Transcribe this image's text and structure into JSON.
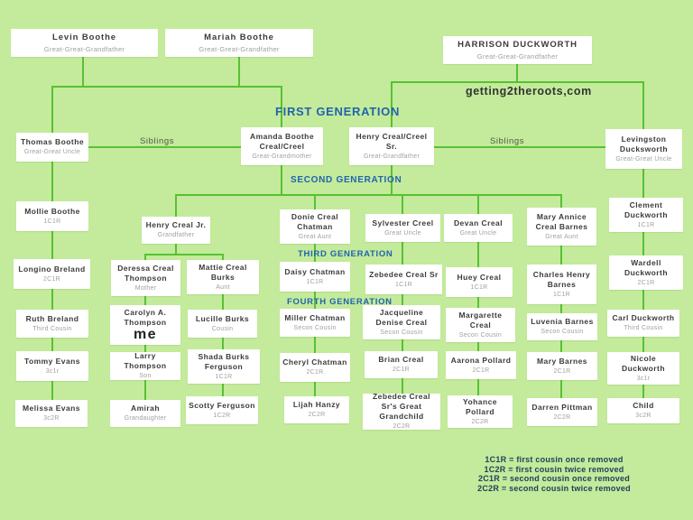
{
  "labels": {
    "site": "getting2theroots,com",
    "siblings": "Siblings"
  },
  "generation_labels": {
    "first": "FIRST GENERATION",
    "second": "SECOND GENERATION",
    "third": "THIRD GENERATION",
    "fourth": "FOURTH GENERATION"
  },
  "legend": [
    "1C1R = first cousin once removed",
    "1C2R = first cousin twice removed",
    "2C1R = second cousin once removed",
    "2C2R = second cousin twice removed"
  ],
  "colors": {
    "background": "#c3eb9b",
    "connector_green": "#58c134",
    "generation_blue": "#2263ae",
    "legend_navy": "#22405e",
    "box_white": "#ffffff",
    "title_gray": "#3b3b3b",
    "subtitle_gray": "#a0a0a0"
  },
  "nodes": [
    {
      "id": "levin",
      "name": "Levin Boothe",
      "relation": "Great-Great-Grandfather"
    },
    {
      "id": "mariah",
      "name": "Mariah Boothe",
      "relation": "Great-Great-Grandfather"
    },
    {
      "id": "harrison",
      "name": "HARRISON DUCKWORTH",
      "relation": "Great-Great-Grandfather"
    },
    {
      "id": "thomas",
      "name": "Thomas Boothe",
      "relation": "Great-Great Uncle"
    },
    {
      "id": "amanda",
      "name": "Amanda Boothe Creal/Creel",
      "relation": "Great-Grandmother"
    },
    {
      "id": "henry_sr",
      "name": "Henry Creal/Creel Sr.",
      "relation": "Great-Grandfather"
    },
    {
      "id": "levingston",
      "name": "Levingston Ducksworth",
      "relation": "Great-Great Uncle"
    },
    {
      "id": "mollie",
      "name": "Mollie Boothe",
      "relation": "1C1R"
    },
    {
      "id": "longino",
      "name": "Longino Breland",
      "relation": "2C1R"
    },
    {
      "id": "ruth",
      "name": "Ruth Breland",
      "relation": "Third Cousin"
    },
    {
      "id": "tommy",
      "name": "Tommy Evans",
      "relation": "3c1r"
    },
    {
      "id": "melissa",
      "name": "Melissa Evans",
      "relation": "3c2R"
    },
    {
      "id": "henry_jr",
      "name": "Henry Creal Jr.",
      "relation": "Grandfather"
    },
    {
      "id": "donie",
      "name": "Donie Creal Chatman",
      "relation": "Great Aunt"
    },
    {
      "id": "sylvester",
      "name": "Sylvester Creel",
      "relation": "Great Uncle"
    },
    {
      "id": "devan",
      "name": "Devan Creal",
      "relation": "Great Uncle"
    },
    {
      "id": "mary_annice",
      "name": "Mary Annice Creal Barnes",
      "relation": "Great Aunt"
    },
    {
      "id": "clement",
      "name": "Clement Duckworth",
      "relation": "1C1R"
    },
    {
      "id": "wardell",
      "name": "Wardell Duckworth",
      "relation": "2C1R"
    },
    {
      "id": "carl",
      "name": "Carl Duckworth",
      "relation": "Third Cousin"
    },
    {
      "id": "nicole",
      "name": "Nicole Duckworth",
      "relation": "3c1r"
    },
    {
      "id": "child",
      "name": "Child",
      "relation": "3c2R"
    },
    {
      "id": "deressa",
      "name": "Deressa Creal Thompson",
      "relation": "Mother"
    },
    {
      "id": "mattie",
      "name": "Mattie Creal Burks",
      "relation": "Aunt"
    },
    {
      "id": "daisy",
      "name": "Daisy Chatman",
      "relation": "1C1R"
    },
    {
      "id": "zebedee_sr",
      "name": "Zebedee Creal Sr",
      "relation": "1C1R"
    },
    {
      "id": "huey",
      "name": "Huey Creal",
      "relation": "1C1R"
    },
    {
      "id": "charles_henry",
      "name": "Charles Henry Barnes",
      "relation": "1C1R"
    },
    {
      "id": "carolyn",
      "name": "Carolyn A. Thompson",
      "relation": "me"
    },
    {
      "id": "lucille",
      "name": "Lucille Burks",
      "relation": "Cousin"
    },
    {
      "id": "miller",
      "name": "Miller Chatman",
      "relation": "Secon Cousin"
    },
    {
      "id": "jacqueline",
      "name": "Jacqueline Denise Creal",
      "relation": "Secon Cousin"
    },
    {
      "id": "margarette",
      "name": "Margarette Creal",
      "relation": "Secon Cousin"
    },
    {
      "id": "luvenia",
      "name": "Luvenia Barnes",
      "relation": "Secon Cousin"
    },
    {
      "id": "larry",
      "name": "Larry Thompson",
      "relation": "Son"
    },
    {
      "id": "shada",
      "name": "Shada Burks Ferguson",
      "relation": "1C1R"
    },
    {
      "id": "cheryl",
      "name": "Cheryl Chatman",
      "relation": "2C1R"
    },
    {
      "id": "brian",
      "name": "Brian Creal",
      "relation": "2C1R"
    },
    {
      "id": "aarona",
      "name": "Aarona Pollard",
      "relation": "2C1R"
    },
    {
      "id": "mary_barnes",
      "name": "Mary Barnes",
      "relation": "2C1R"
    },
    {
      "id": "amirah",
      "name": "Amirah",
      "relation": "Grandaughter"
    },
    {
      "id": "scotty",
      "name": "Scotty Ferguson",
      "relation": "1C2R"
    },
    {
      "id": "lijah",
      "name": "Lijah Hanzy",
      "relation": "2C2R"
    },
    {
      "id": "zebedee_gc",
      "name": "Zebedee Creal Sr's Great Grandchild",
      "relation": "2C2R"
    },
    {
      "id": "yohance",
      "name": "Yohance Pollard",
      "relation": "2C2R"
    },
    {
      "id": "darren",
      "name": "Darren Pittman",
      "relation": "2C2R"
    }
  ]
}
